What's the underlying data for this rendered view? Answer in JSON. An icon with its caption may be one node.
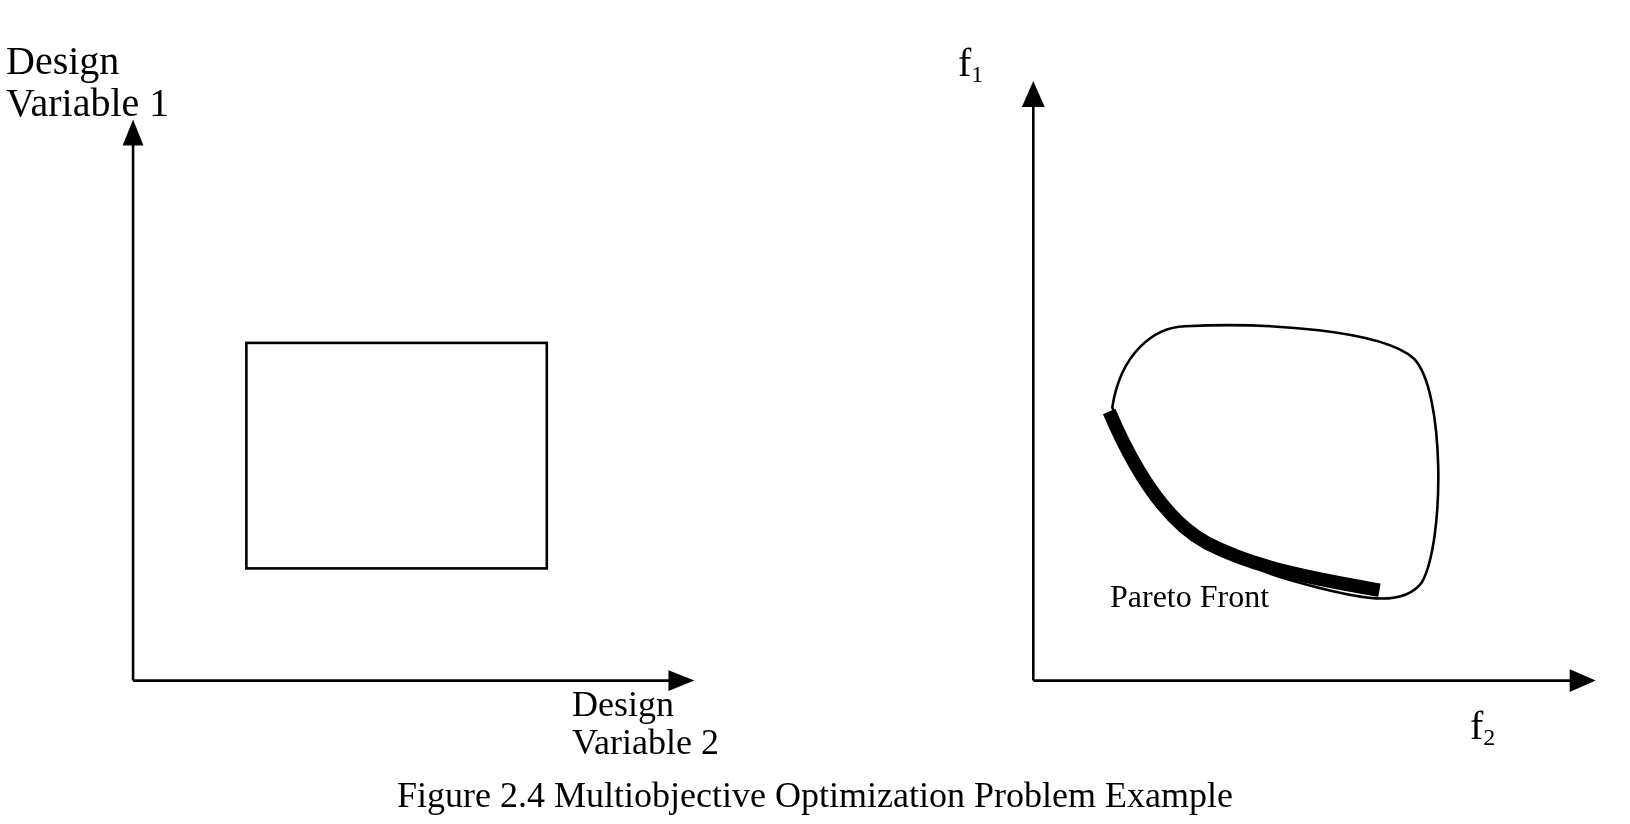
{
  "diagram": {
    "caption": "Figure 2.4 Multiobjective Optimization Problem Example",
    "nodes": [
      {
        "text": [],
        "shape": "box"
      }
    ],
    "labels": [
      "Design Variable 1",
      "f$_{1}$",
      "Pareto Front",
      "Design Variable 2",
      "f$_{2}$"
    ]
  }
}
